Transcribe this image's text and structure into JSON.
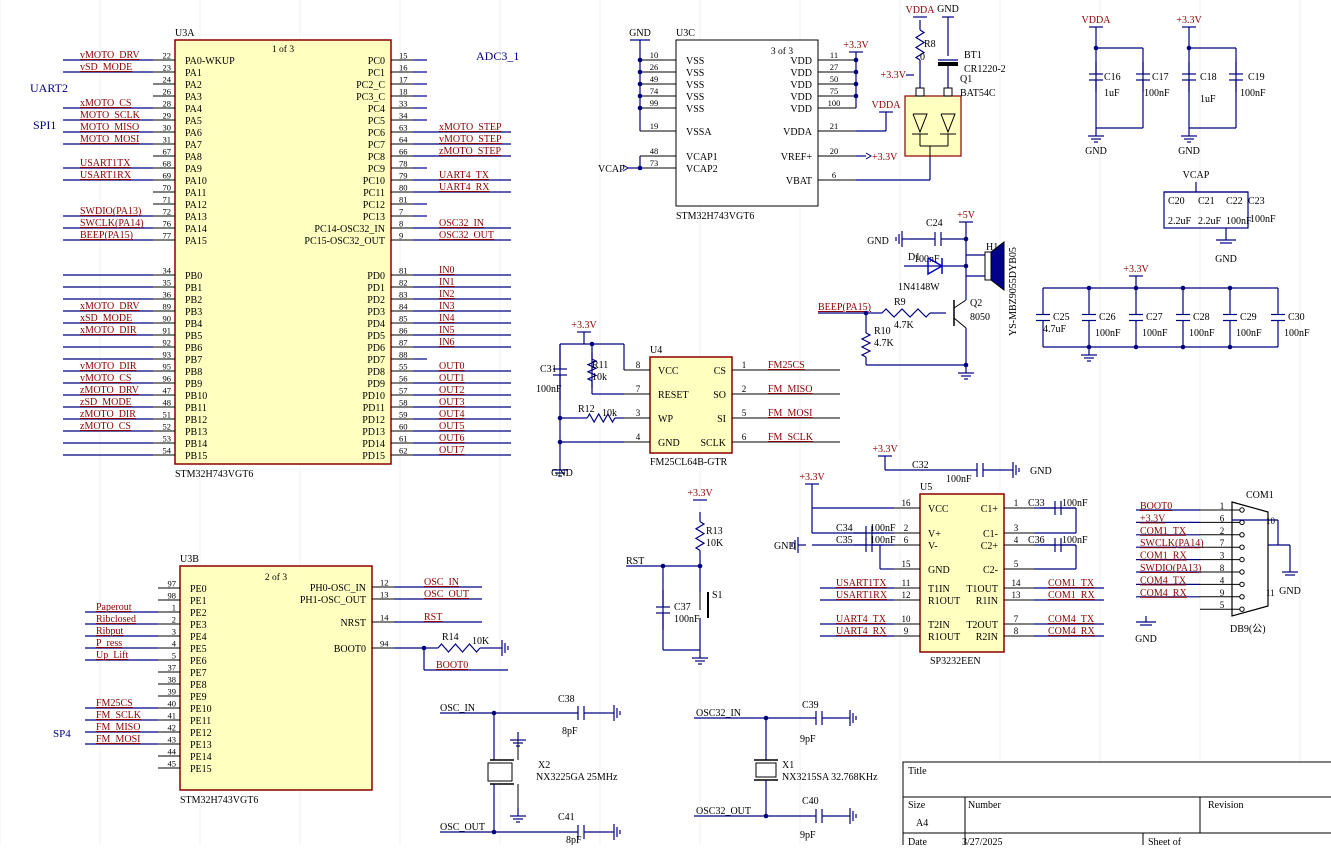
{
  "colors": {
    "wire": "#000080",
    "body": "#ffffc0",
    "body_stroke": "#8b0000",
    "net": "#8b0000",
    "pin": "#000000",
    "grid": "#f0f0f0",
    "blue_text": "#000080"
  },
  "u3a": {
    "ref": "U3A",
    "part": "1 of 3",
    "name": "STM32H743VGT6",
    "left_pins": [
      {
        "n": "22",
        "pin": "PA0-WKUP",
        "net": "vMOTO_DRV"
      },
      {
        "n": "23",
        "pin": "PA1",
        "net": "vSD_MODE"
      },
      {
        "n": "24",
        "pin": "PA2",
        "net": ""
      },
      {
        "n": "26",
        "pin": "PA3",
        "net": ""
      },
      {
        "n": "28",
        "pin": "PA4",
        "net": "xMOTO_CS"
      },
      {
        "n": "29",
        "pin": "PA5",
        "net": "MOTO_SCLK"
      },
      {
        "n": "30",
        "pin": "PA6",
        "net": "MOTO_MISO"
      },
      {
        "n": "31",
        "pin": "PA7",
        "net": "MOTO_MOSI"
      },
      {
        "n": "67",
        "pin": "PA8",
        "net": ""
      },
      {
        "n": "68",
        "pin": "PA9",
        "net": "USART1TX"
      },
      {
        "n": "69",
        "pin": "PA10",
        "net": "USART1RX"
      },
      {
        "n": "70",
        "pin": "PA11",
        "net": ""
      },
      {
        "n": "71",
        "pin": "PA12",
        "net": ""
      },
      {
        "n": "72",
        "pin": "PA13",
        "net": "SWDIO(PA13)"
      },
      {
        "n": "76",
        "pin": "PA14",
        "net": "SWCLK(PA14)"
      },
      {
        "n": "77",
        "pin": "PA15",
        "net": "BEEP(PA15)"
      },
      {
        "n": "34",
        "pin": "PB0",
        "net": ""
      },
      {
        "n": "35",
        "pin": "PB1",
        "net": ""
      },
      {
        "n": "36",
        "pin": "PB2",
        "net": ""
      },
      {
        "n": "89",
        "pin": "PB3",
        "net": "xMOTO_DRV"
      },
      {
        "n": "90",
        "pin": "PB4",
        "net": "xSD_MODE"
      },
      {
        "n": "91",
        "pin": "PB5",
        "net": "xMOTO_DIR"
      },
      {
        "n": "92",
        "pin": "PB6",
        "net": ""
      },
      {
        "n": "93",
        "pin": "PB7",
        "net": ""
      },
      {
        "n": "95",
        "pin": "PB8",
        "net": "vMOTO_DIR"
      },
      {
        "n": "96",
        "pin": "PB9",
        "net": "vMOTO_CS"
      },
      {
        "n": "47",
        "pin": "PB10",
        "net": "zMOTO_DRV"
      },
      {
        "n": "48",
        "pin": "PB11",
        "net": "zSD_MODE"
      },
      {
        "n": "51",
        "pin": "PB12",
        "net": "zMOTO_DIR"
      },
      {
        "n": "52",
        "pin": "PB13",
        "net": "zMOTO_CS"
      },
      {
        "n": "53",
        "pin": "PB14",
        "net": ""
      },
      {
        "n": "54",
        "pin": "PB15",
        "net": ""
      }
    ],
    "right_pins": [
      {
        "n": "15",
        "pin": "PC0",
        "net": ""
      },
      {
        "n": "16",
        "pin": "PC1",
        "net": ""
      },
      {
        "n": "17",
        "pin": "PC2_C",
        "net": ""
      },
      {
        "n": "18",
        "pin": "PC3_C",
        "net": ""
      },
      {
        "n": "33",
        "pin": "PC4",
        "net": ""
      },
      {
        "n": "34",
        "pin": "PC5",
        "net": ""
      },
      {
        "n": "63",
        "pin": "PC6",
        "net": "xMOTO_STEP"
      },
      {
        "n": "64",
        "pin": "PC7",
        "net": "vMOTO_STEP"
      },
      {
        "n": "66",
        "pin": "PC8",
        "net": "zMOTO_STEP"
      },
      {
        "n": "78",
        "pin": "PC9",
        "net": ""
      },
      {
        "n": "79",
        "pin": "PC10",
        "net": "UART4_TX"
      },
      {
        "n": "80",
        "pin": "PC11",
        "net": "UART4_RX"
      },
      {
        "n": "81",
        "pin": "PC12",
        "net": ""
      },
      {
        "n": "7",
        "pin": "PC13",
        "net": ""
      },
      {
        "n": "8",
        "pin": "PC14-OSC32_IN",
        "net": "OSC32_IN"
      },
      {
        "n": "9",
        "pin": "PC15-OSC32_OUT",
        "net": "OSC32_OUT"
      },
      {
        "n": "81",
        "pin": "PD0",
        "net": "IN0"
      },
      {
        "n": "82",
        "pin": "PD1",
        "net": "IN1"
      },
      {
        "n": "83",
        "pin": "PD2",
        "net": "IN2"
      },
      {
        "n": "84",
        "pin": "PD3",
        "net": "IN3"
      },
      {
        "n": "85",
        "pin": "PD4",
        "net": "IN4"
      },
      {
        "n": "86",
        "pin": "PD5",
        "net": "IN5"
      },
      {
        "n": "87",
        "pin": "PD6",
        "net": "IN6"
      },
      {
        "n": "88",
        "pin": "PD7",
        "net": ""
      },
      {
        "n": "55",
        "pin": "PD8",
        "net": "OUT0"
      },
      {
        "n": "56",
        "pin": "PD9",
        "net": "OUT1"
      },
      {
        "n": "57",
        "pin": "PD10",
        "net": "OUT2"
      },
      {
        "n": "58",
        "pin": "PD11",
        "net": "OUT3"
      },
      {
        "n": "59",
        "pin": "PD12",
        "net": "OUT4"
      },
      {
        "n": "60",
        "pin": "PD13",
        "net": "OUT5"
      },
      {
        "n": "61",
        "pin": "PD14",
        "net": "OUT6"
      },
      {
        "n": "62",
        "pin": "PD15",
        "net": "OUT7"
      }
    ]
  },
  "u3b": {
    "ref": "U3B",
    "part": "2 of 3",
    "name": "STM32H743VGT6",
    "left_pins": [
      {
        "n": "97",
        "pin": "PE0",
        "net": ""
      },
      {
        "n": "98",
        "pin": "PE1",
        "net": ""
      },
      {
        "n": "1",
        "pin": "PE2",
        "net": "Paperout"
      },
      {
        "n": "2",
        "pin": "PE3",
        "net": "Ribclosed"
      },
      {
        "n": "3",
        "pin": "PE4",
        "net": "Ribput"
      },
      {
        "n": "4",
        "pin": "PE5",
        "net": "P_ress"
      },
      {
        "n": "5",
        "pin": "PE6",
        "net": "Up_Lift"
      },
      {
        "n": "37",
        "pin": "PE7",
        "net": ""
      },
      {
        "n": "38",
        "pin": "PE8",
        "net": ""
      },
      {
        "n": "39",
        "pin": "PE9",
        "net": ""
      },
      {
        "n": "40",
        "pin": "PE10",
        "net": "FM25CS"
      },
      {
        "n": "41",
        "pin": "PE11",
        "net": "FM_SCLK"
      },
      {
        "n": "42",
        "pin": "PE12",
        "net": "FM_MISO"
      },
      {
        "n": "43",
        "pin": "PE13",
        "net": "FM_MOSI"
      },
      {
        "n": "44",
        "pin": "PE14",
        "net": ""
      },
      {
        "n": "45",
        "pin": "PE15",
        "net": ""
      }
    ],
    "right_pins": [
      {
        "n": "12",
        "pin": "PH0-OSC_IN",
        "net": "OSC_IN"
      },
      {
        "n": "13",
        "pin": "PH1-OSC_OUT",
        "net": "OSC_OUT"
      },
      {
        "n": "14",
        "pin": "NRST",
        "net": "RST"
      },
      {
        "n": "94",
        "pin": "BOOT0",
        "net": ""
      }
    ]
  },
  "u3c": {
    "ref": "U3C",
    "part": "3 of 3",
    "name": "STM32H743VGT6",
    "left_pins": [
      {
        "n": "10",
        "pin": "VSS"
      },
      {
        "n": "26",
        "pin": "VSS"
      },
      {
        "n": "49",
        "pin": "VSS"
      },
      {
        "n": "74",
        "pin": "VSS"
      },
      {
        "n": "99",
        "pin": "VSS"
      },
      {
        "n": "19",
        "pin": "VSSA"
      },
      {
        "n": "48",
        "pin": "VCAP1"
      },
      {
        "n": "73",
        "pin": "VCAP2"
      }
    ],
    "right_pins": [
      {
        "n": "11",
        "pin": "VDD"
      },
      {
        "n": "27",
        "pin": "VDD"
      },
      {
        "n": "50",
        "pin": "VDD"
      },
      {
        "n": "75",
        "pin": "VDD"
      },
      {
        "n": "100",
        "pin": "VDD"
      },
      {
        "n": "21",
        "pin": "VDDA"
      },
      {
        "n": "20",
        "pin": "VREF+"
      },
      {
        "n": "6",
        "pin": "VBAT"
      }
    ]
  },
  "u4": {
    "ref": "U4",
    "name": "FM25CL64B-GTR",
    "left_pins": [
      {
        "n": "8",
        "pin": "VCC"
      },
      {
        "n": "7",
        "pin": "RESET"
      },
      {
        "n": "3",
        "pin": "WP"
      },
      {
        "n": "4",
        "pin": "GND"
      }
    ],
    "right_pins": [
      {
        "n": "1",
        "pin": "CS",
        "net": "FM25CS"
      },
      {
        "n": "2",
        "pin": "SO",
        "net": "FM_MISO"
      },
      {
        "n": "5",
        "pin": "SI",
        "net": "FM_MOSI"
      },
      {
        "n": "6",
        "pin": "SCLK",
        "net": "FM_SCLK"
      }
    ]
  },
  "u5": {
    "ref": "U5",
    "name": "SP3232EEN",
    "left_pins": [
      {
        "n": "16",
        "pin": "VCC",
        "net": ""
      },
      {
        "n": "2",
        "pin": "V+",
        "net": ""
      },
      {
        "n": "6",
        "pin": "V-",
        "net": ""
      },
      {
        "n": "15",
        "pin": "GND",
        "net": ""
      },
      {
        "n": "11",
        "pin": "T1IN",
        "net": "USART1TX"
      },
      {
        "n": "12",
        "pin": "R1OUT",
        "net": "USART1RX"
      },
      {
        "n": "10",
        "pin": "T2IN",
        "net": "UART4_TX"
      },
      {
        "n": "9",
        "pin": "R1OUT",
        "net": "UART4_RX"
      }
    ],
    "right_pins": [
      {
        "n": "1",
        "pin": "C1+",
        "net": ""
      },
      {
        "n": "3",
        "pin": "C1-",
        "net": ""
      },
      {
        "n": "4",
        "pin": "C2+",
        "net": ""
      },
      {
        "n": "5",
        "pin": "C2-",
        "net": ""
      },
      {
        "n": "14",
        "pin": "T1OUT",
        "net": "COM1_TX"
      },
      {
        "n": "13",
        "pin": "R1IN",
        "net": "COM1_RX"
      },
      {
        "n": "7",
        "pin": "T2OUT",
        "net": "COM4_TX"
      },
      {
        "n": "8",
        "pin": "R2IN",
        "net": "COM4_RX"
      }
    ]
  },
  "com1": {
    "ref": "COM1",
    "name": "DB9(公)",
    "rows": [
      {
        "n": "1",
        "net": "BOOT0"
      },
      {
        "n": "6",
        "net": "+3.3V"
      },
      {
        "n": "2",
        "net": "COM1_TX"
      },
      {
        "n": "7",
        "net": "SWCLK(PA14)"
      },
      {
        "n": "3",
        "net": "COM1_RX"
      },
      {
        "n": "8",
        "net": "SWDIO(PA13)"
      },
      {
        "n": "4",
        "net": "COM4_TX"
      },
      {
        "n": "9",
        "net": "COM4_RX"
      },
      {
        "n": "5",
        "net": ""
      }
    ],
    "shield_pins": [
      "10",
      "11"
    ]
  },
  "labels": {
    "adc": "ADC3_1",
    "uart2": "UART2",
    "spi1": "SPI1",
    "sp4": "SP4",
    "gnd": "GND",
    "p33": "+3.3V",
    "p5": "+5V",
    "vdda": "VDDA",
    "vcap": "VCAP",
    "rst": "RST",
    "osc_in": "OSC_IN",
    "osc_out": "OSC_OUT",
    "osc32_in": "OSC32_IN",
    "osc32_out": "OSC32_OUT",
    "boot0": "BOOT0",
    "beep": "BEEP(PA15)"
  },
  "parts": {
    "r8": {
      "ref": "R8",
      "val": "0"
    },
    "bt1": {
      "ref": "BT1",
      "val": "CR1220-2"
    },
    "q1": {
      "ref": "Q1",
      "val": "BAT54C"
    },
    "c16": {
      "ref": "C16",
      "val": "1uF"
    },
    "c17": {
      "ref": "C17",
      "val": "100nF"
    },
    "c18": {
      "ref": "C18",
      "val": "1uF"
    },
    "c19": {
      "ref": "C19",
      "val": "100nF"
    },
    "c20": {
      "ref": "C20",
      "val": "2.2uF"
    },
    "c21": {
      "ref": "C21",
      "val": "2.2uF"
    },
    "c22": {
      "ref": "C22",
      "val": "100nF"
    },
    "c23": {
      "ref": "C23",
      "val": "100nF"
    },
    "c24": {
      "ref": "C24",
      "val": "100nF"
    },
    "d1": {
      "ref": "D1",
      "val": "1N4148W"
    },
    "h1": {
      "ref": "H1",
      "val": "YS-MBZ9055DYB05"
    },
    "q2": {
      "ref": "Q2",
      "val": "8050"
    },
    "r9": {
      "ref": "R9",
      "val": "4.7K"
    },
    "r10": {
      "ref": "R10",
      "val": "4.7K"
    },
    "c25": {
      "ref": "C25",
      "val": "4.7uF"
    },
    "c26": {
      "ref": "C26",
      "val": "100nF"
    },
    "c27": {
      "ref": "C27",
      "val": "100nF"
    },
    "c28": {
      "ref": "C28",
      "val": "100nF"
    },
    "c29": {
      "ref": "C29",
      "val": "100nF"
    },
    "c30": {
      "ref": "C30",
      "val": "100nF"
    },
    "c31": {
      "ref": "C31",
      "val": "100nF"
    },
    "r11": {
      "ref": "R11",
      "val": "10k"
    },
    "r12": {
      "ref": "R12",
      "val": "10k"
    },
    "c32": {
      "ref": "C32",
      "val": "100nF"
    },
    "c33": {
      "ref": "C33",
      "val": "100nF"
    },
    "c34": {
      "ref": "C34",
      "val": "100nF"
    },
    "c35": {
      "ref": "C35",
      "val": "100nF"
    },
    "c36": {
      "ref": "C36",
      "val": "100nF"
    },
    "r13": {
      "ref": "R13",
      "val": "10K"
    },
    "s1": {
      "ref": "S1",
      "val": ""
    },
    "c37": {
      "ref": "C37",
      "val": "100nF"
    },
    "r14": {
      "ref": "R14",
      "val": "10K"
    },
    "c38": {
      "ref": "C38",
      "val": "8pF"
    },
    "c41": {
      "ref": "C41",
      "val": "8pF"
    },
    "x2": {
      "ref": "X2",
      "val": "NX3225GA 25MHz"
    },
    "c39": {
      "ref": "C39",
      "val": "9pF"
    },
    "c40": {
      "ref": "C40",
      "val": "9pF"
    },
    "x1": {
      "ref": "X1",
      "val": "NX3215SA 32.768KHz"
    }
  },
  "title_block": {
    "title_label": "Title",
    "size_label": "Size",
    "size": "A4",
    "number_label": "Number",
    "revision_label": "Revision",
    "date_label": "Date",
    "date": "3/27/2025",
    "sheet_label": "Sheet   of"
  }
}
